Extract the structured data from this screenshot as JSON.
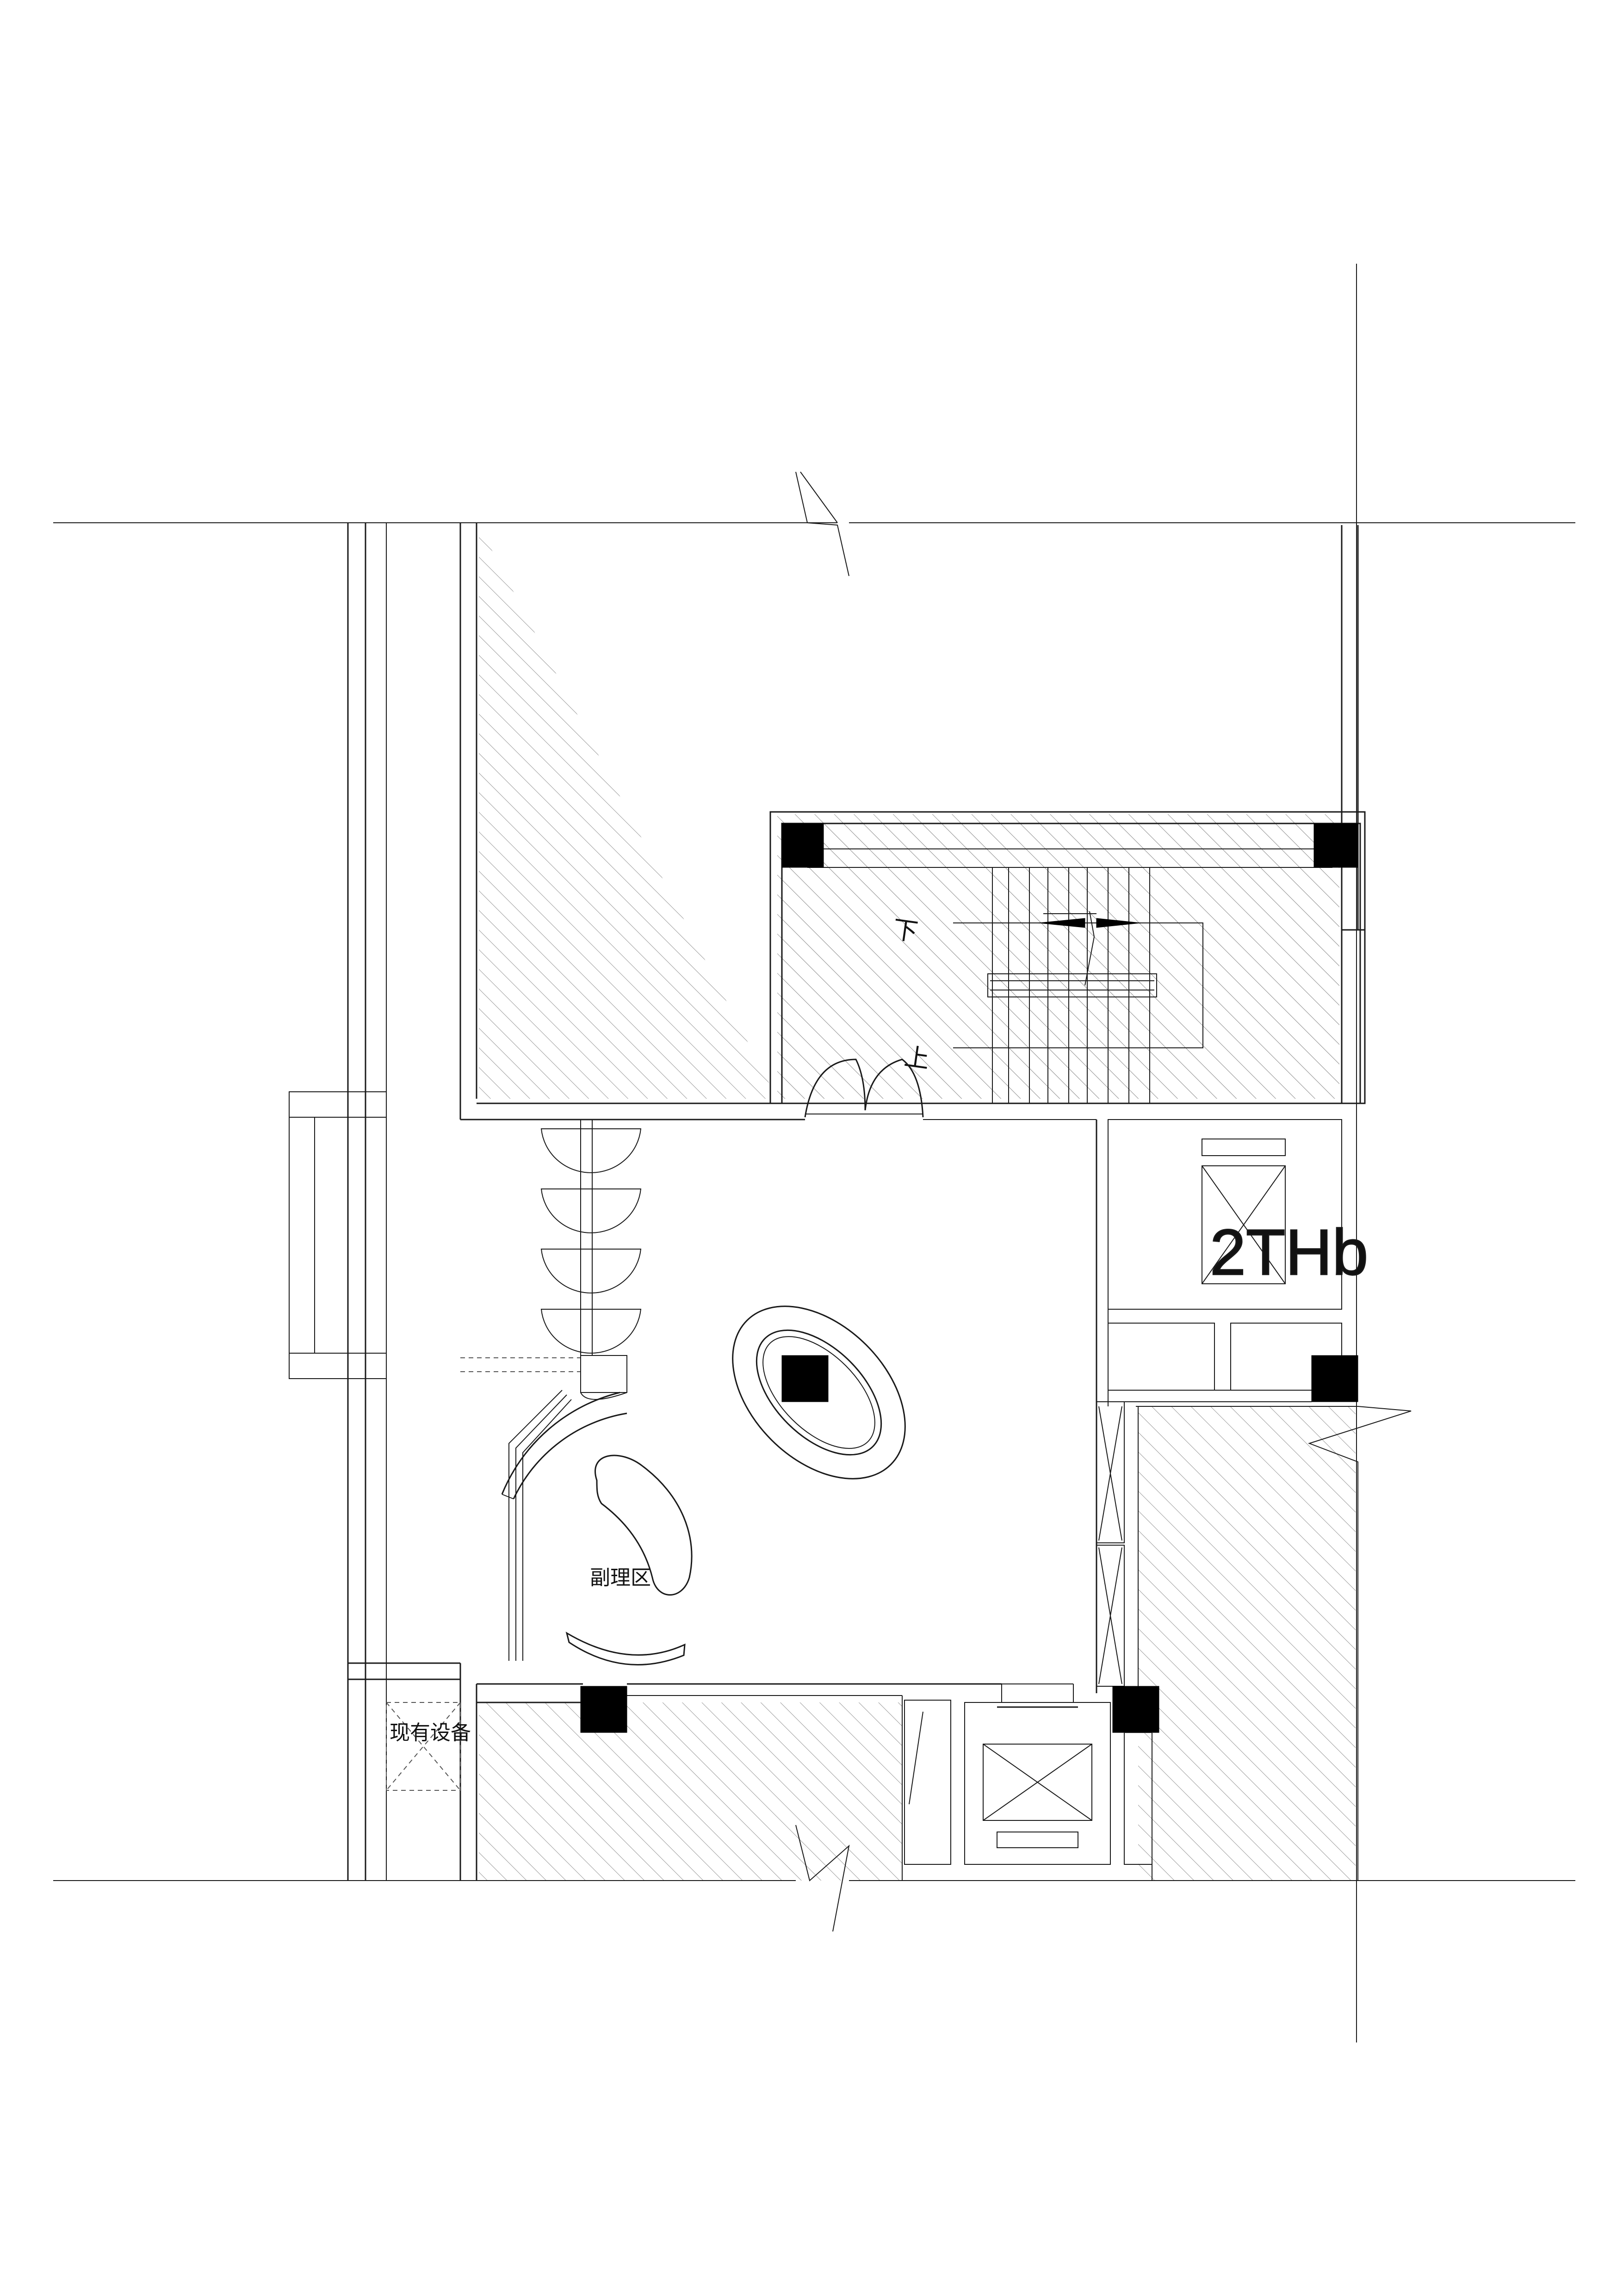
{
  "labels": {
    "deputy_area": "副理区",
    "existing_equipment": "现有设备",
    "stair_down": "下",
    "stair_up": "上",
    "shaft_code": "2THb"
  },
  "colors": {
    "line": "#1a1a1a",
    "hatch": "#9a9a9a",
    "column": "#000000",
    "background": "#ffffff"
  }
}
